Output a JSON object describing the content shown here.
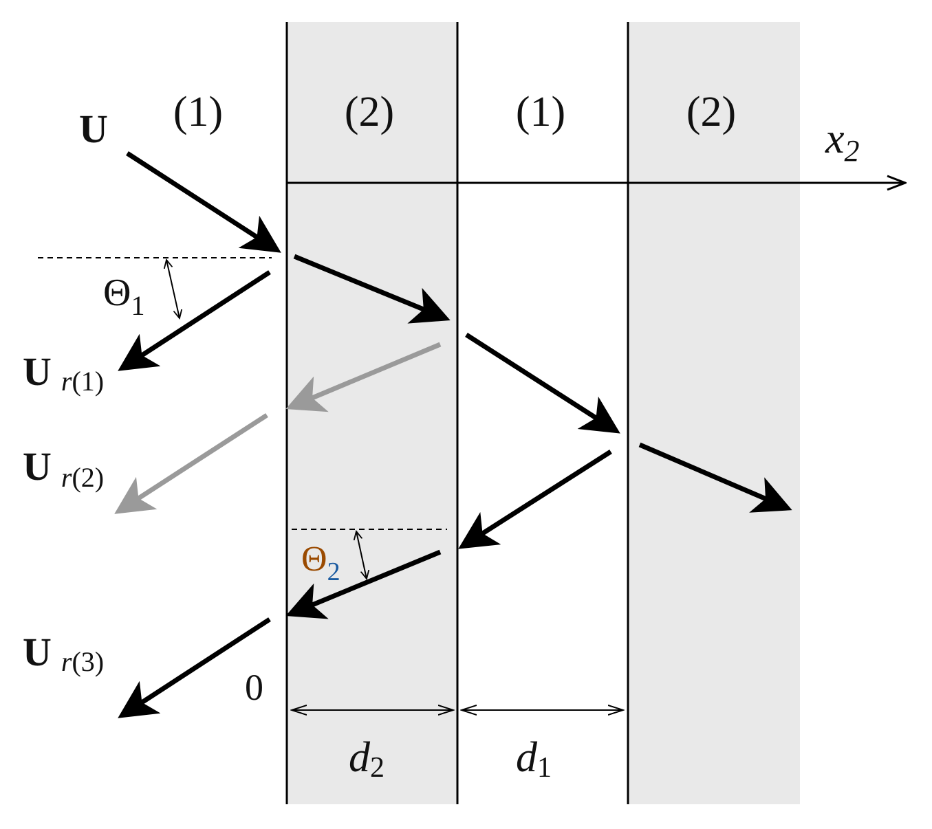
{
  "layers": [
    {
      "label": "(1)",
      "material": 1,
      "shaded": false
    },
    {
      "label": "(2)",
      "material": 2,
      "shaded": true
    },
    {
      "label": "(1)",
      "material": 1,
      "shaded": false
    },
    {
      "label": "(2)",
      "material": 2,
      "shaded": true
    }
  ],
  "axis": {
    "symbol": "x",
    "subscript": "2"
  },
  "incident": {
    "symbol": "U"
  },
  "reflected": [
    {
      "symbol": "U",
      "sub_var": "r",
      "sub_index": "(1)",
      "color": "#000000"
    },
    {
      "symbol": "U",
      "sub_var": "r",
      "sub_index": "(2)",
      "color": "#9a9a9a"
    },
    {
      "symbol": "U",
      "sub_var": "r",
      "sub_index": "(3)",
      "color": "#000000"
    }
  ],
  "angles": [
    {
      "symbol": "Θ",
      "subscript": "1",
      "color": "#000000"
    },
    {
      "symbol": "Θ",
      "subscript": "2",
      "color": "#9a4a00"
    }
  ],
  "origin_label": "0",
  "thickness": [
    {
      "symbol": "d",
      "subscript": "2"
    },
    {
      "symbol": "d",
      "subscript": "1"
    }
  ],
  "colors": {
    "shade": "#e9e9e9",
    "ray": "#000000",
    "faded_ray": "#9a9a9a"
  }
}
